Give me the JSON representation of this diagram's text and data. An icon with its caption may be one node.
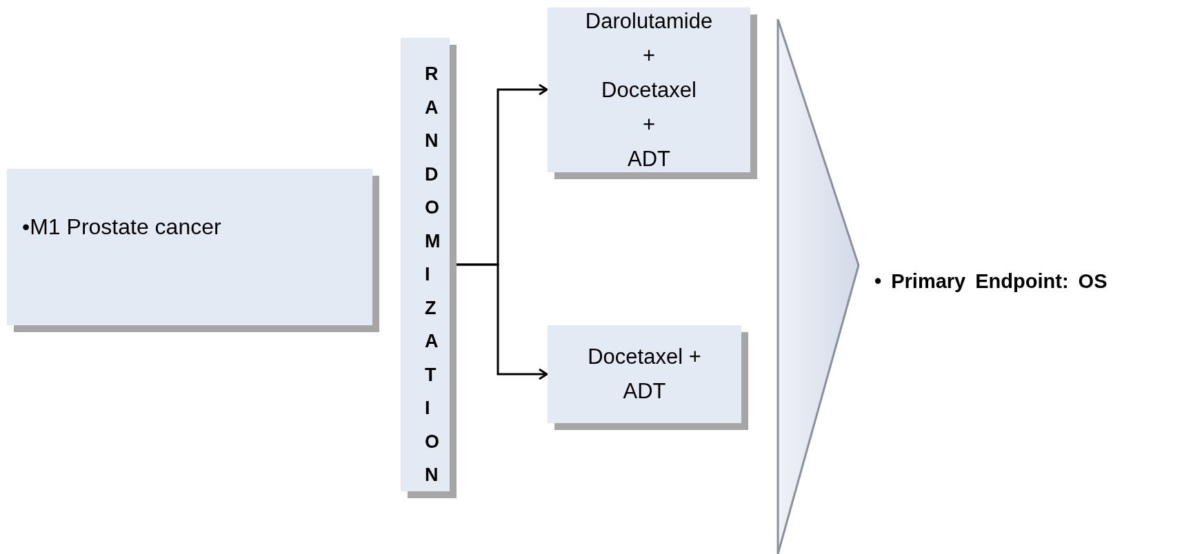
{
  "diagram": {
    "nodes": [
      {
        "text": [
          "•M1 Prostate cancer"
        ]
      },
      {
        "text": [
          "RANDOMIZATION"
        ]
      },
      {
        "text": [
          "Darolutamide + Docetaxel + ADT"
        ]
      },
      {
        "text": [
          "Docetaxel + ADT"
        ]
      },
      {
        "text": [],
        "shape": "chevron"
      }
    ],
    "edges": [
      {
        "from": 1,
        "to": 2,
        "arrow": "to"
      },
      {
        "from": 1,
        "to": 3,
        "arrow": "to"
      }
    ],
    "labels": [
      "• Primary Endpoint: OS"
    ]
  }
}
